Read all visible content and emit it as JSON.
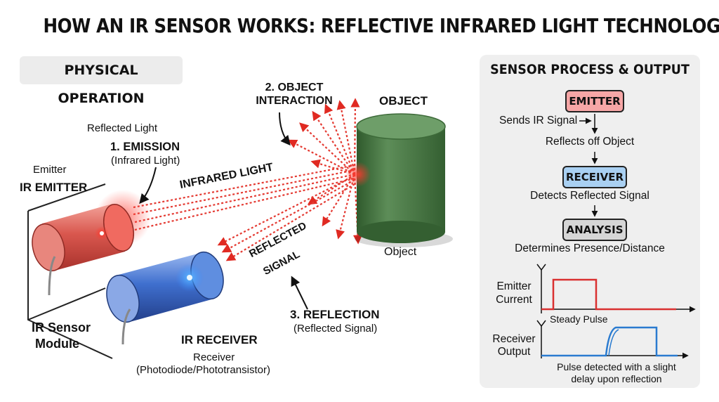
{
  "title": "HOW AN IR SENSOR WORKS: REFLECTIVE INFRARED LIGHT TECHNOLOGY",
  "physical": {
    "heading": "PHYSICAL OPERATION",
    "reflected_light": "Reflected Light",
    "emission_title": "1. EMISSION",
    "emission_sub": "(Infrared Light)",
    "emitter_small": "Emitter",
    "ir_emitter": "IR EMITTER",
    "infrared_light": "INFRARED LIGHT",
    "interaction_line1": "2. OBJECT",
    "interaction_line2": "INTERACTION",
    "object_upper": "OBJECT",
    "object_lower": "Object",
    "reflected_signal_line1": "REFLECTED",
    "reflected_signal_line2": "SIGNAL",
    "reflection_title": "3. REFLECTION",
    "reflection_sub": "(Reflected Signal)",
    "module_line1": "IR Sensor",
    "module_line2": "Module",
    "ir_receiver": "IR RECEIVER",
    "receiver_small": "Receiver",
    "receiver_sub": "(Photodiode/Phototransistor)"
  },
  "process": {
    "heading": "SENSOR PROCESS & OUTPUT",
    "emitter_box": "EMITTER",
    "sends": "Sends IR Signal",
    "reflects": "Reflects off Object",
    "receiver_box": "RECEIVER",
    "detects": "Detects Reflected Signal",
    "analysis_box": "ANALYSIS",
    "determines": "Determines Presence/Distance"
  },
  "timing": {
    "emitter_label_1": "Emitter",
    "emitter_label_2": "Current",
    "steady": "Steady Pulse",
    "receiver_label_1": "Receiver",
    "receiver_label_2": "Output",
    "note_line1": "Pulse detected with a slight",
    "note_line2": "delay upon reflection"
  },
  "colors": {
    "emitter_red": "#e0463f",
    "receiver_blue": "#3a6fd8",
    "object_green": "#4f7c4b",
    "emitter_box_fill": "#f6a6a6",
    "receiver_box_fill": "#a9d0f2",
    "analysis_box_fill": "#d6d6d6",
    "emitter_pulse": "#d93030",
    "receiver_pulse": "#2a7bd0"
  }
}
